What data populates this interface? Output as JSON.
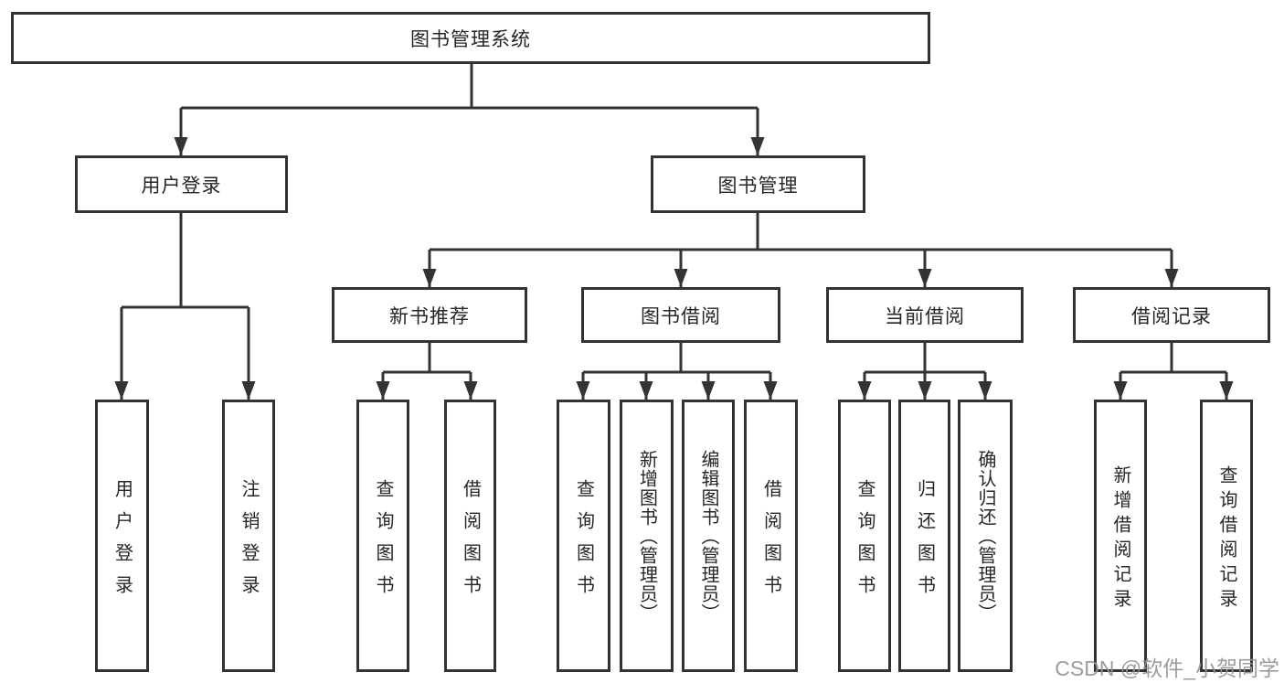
{
  "nodes": {
    "root": {
      "label": "图书管理系统"
    },
    "level2": [
      {
        "id": "user-login",
        "label": "用户登录"
      },
      {
        "id": "book-management",
        "label": "图书管理"
      }
    ],
    "level3": [
      {
        "id": "new-book-recommend",
        "label": "新书推荐"
      },
      {
        "id": "book-borrow",
        "label": "图书借阅"
      },
      {
        "id": "current-borrow",
        "label": "当前借阅"
      },
      {
        "id": "borrow-records",
        "label": "借阅记录"
      }
    ],
    "leaves": [
      {
        "id": "user-login",
        "label": "用户登录"
      },
      {
        "id": "logout",
        "label": "注销登录"
      },
      {
        "id": "newrec-query-books",
        "label": "查询图书"
      },
      {
        "id": "newrec-borrow-books",
        "label": "借阅图书"
      },
      {
        "id": "borrow-query-books",
        "label": "查询图书"
      },
      {
        "id": "borrow-add-books-admin",
        "label": "新增图书（管理员）"
      },
      {
        "id": "borrow-edit-books-admin",
        "label": "编辑图书（管理员）"
      },
      {
        "id": "borrow-borrow-books",
        "label": "借阅图书"
      },
      {
        "id": "current-query-books",
        "label": "查询图书"
      },
      {
        "id": "current-return-books",
        "label": "归还图书"
      },
      {
        "id": "current-confirm-return-admin",
        "label": "确认归还（管理员）"
      },
      {
        "id": "records-add-record",
        "label": "新增借阅记录"
      },
      {
        "id": "records-query-record",
        "label": "查询借阅记录"
      }
    ]
  },
  "watermark": {
    "text": "CSDN @软件_小贺同学"
  },
  "colors": {
    "line": "#333333",
    "box_border": "#333333",
    "box_background": "#ffffff",
    "watermark": "#949494"
  }
}
